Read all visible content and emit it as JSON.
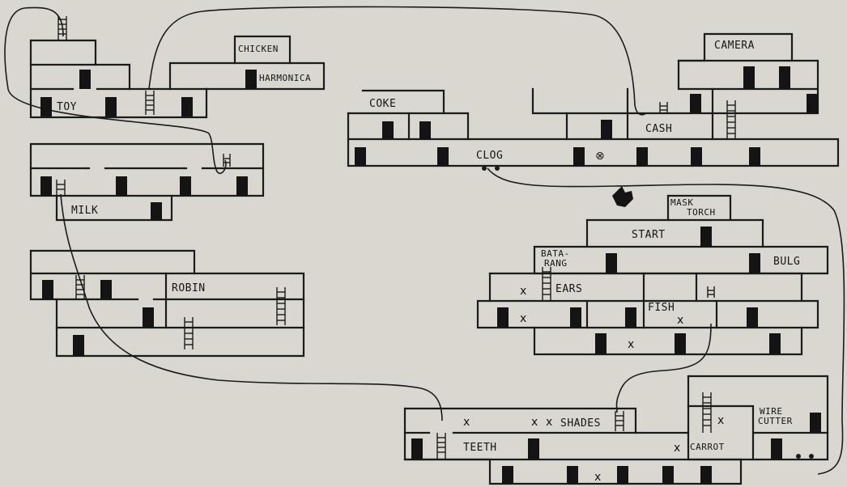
{
  "labels": {
    "toy": "TOY",
    "chicken": "CHICKEN",
    "harmonica": "HARMONICA",
    "coke": "COKE",
    "camera": "CAMERA",
    "cash": "CASH",
    "clog": "CLOG",
    "milk": "MILK",
    "mask": "MASK",
    "torch": "TORCH",
    "start": "START",
    "bata": "BATA-",
    "rang": "RANG",
    "bulg": "BULG",
    "ears": "EARS",
    "fish": "FISH",
    "robin": "ROBIN",
    "shades": "SHADES",
    "teeth": "TEETH",
    "carrot": "CARROT",
    "wire": "WIRE",
    "cutter": "CUTTER"
  },
  "marks": {
    "x": "x",
    "blocked": "⊗"
  },
  "icons": {
    "player": "player-icon",
    "ladder": "ladder-icon",
    "door": "door-icon"
  }
}
